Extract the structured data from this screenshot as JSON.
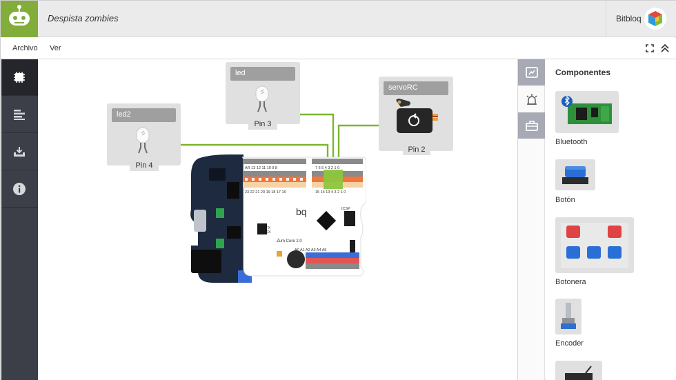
{
  "header": {
    "project_title": "Despista zombies",
    "user_name": "Bitbloq"
  },
  "menubar": {
    "items": [
      "Archivo",
      "Ver"
    ]
  },
  "canvas": {
    "components": [
      {
        "name": "led2",
        "pin": "Pin 4"
      },
      {
        "name": "led",
        "pin": "Pin 3"
      },
      {
        "name": "servoRC",
        "pin": "Pin 2"
      }
    ],
    "board": {
      "brand": "bq",
      "model": "Zum Core 2.0",
      "digital_pins": [
        "AR",
        "13",
        "12",
        "11",
        "10",
        "9",
        "8",
        "7",
        "6",
        "5",
        "4",
        "3",
        "2",
        "1",
        "0"
      ],
      "analog_pins": [
        "A0",
        "A1",
        "A2",
        "A3",
        "A4",
        "A5"
      ],
      "icsp_label": "ICSP",
      "tx_label": "TX",
      "rx_label": "RX"
    },
    "wire_color": "#7ab52d"
  },
  "right_panel": {
    "title": "Componentes",
    "items": [
      {
        "label": "Bluetooth"
      },
      {
        "label": "Botón"
      },
      {
        "label": "Botonera"
      },
      {
        "label": "Encoder"
      }
    ]
  },
  "colors": {
    "brand_green": "#82ad3a",
    "sidebar_dark": "#3c3f47",
    "tab_grey": "#a7a9b4"
  }
}
